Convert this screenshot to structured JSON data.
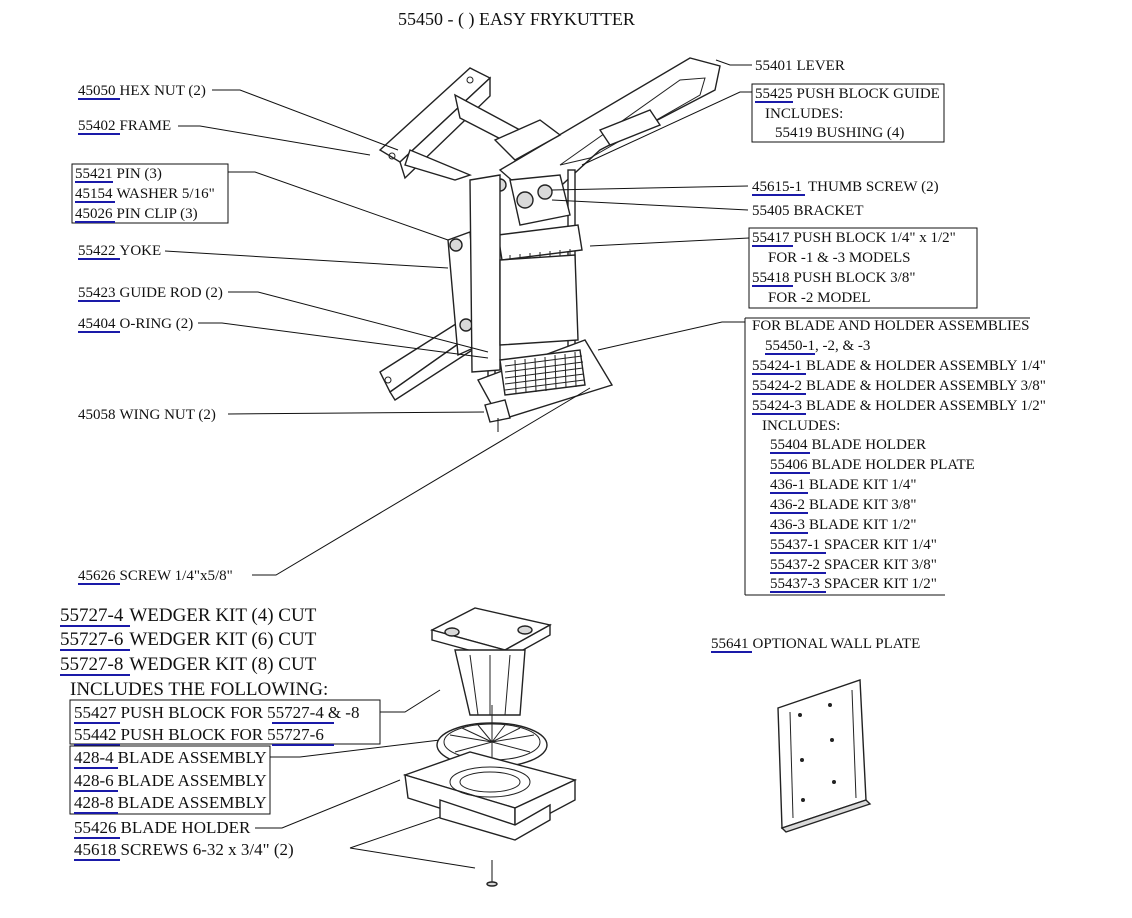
{
  "title": "55450 - (  )  EASY FRYKUTTER",
  "left_callouts": {
    "hex_nut": {
      "pn": "45050",
      "desc": "HEX NUT (2)"
    },
    "frame": {
      "pn": "55402",
      "desc": "FRAME"
    },
    "pin": {
      "pn": "55421",
      "desc": "PIN (3)"
    },
    "washer": {
      "pn": "45154",
      "desc": "WASHER 5/16\""
    },
    "pin_clip": {
      "pn": "45026",
      "desc": "PIN CLIP (3)"
    },
    "yoke": {
      "pn": "55422",
      "desc": "YOKE"
    },
    "guide_rod": {
      "pn": "55423",
      "desc": "GUIDE ROD (2)"
    },
    "o_ring": {
      "pn": "45404",
      "desc": "O-RING (2)"
    },
    "wing_nut": {
      "pn": "45058",
      "desc": "WING NUT (2)"
    },
    "screw": {
      "pn": "45626",
      "desc": "SCREW 1/4\"x5/8\""
    }
  },
  "right_callouts": {
    "lever": {
      "pn": "55401",
      "desc": "LEVER"
    },
    "push_block_guide": {
      "pn": "55425",
      "desc": "PUSH BLOCK GUIDE"
    },
    "push_block_guide_includes": "INCLUDES:",
    "bushing": {
      "pn": "55419",
      "desc": "BUSHING (4)"
    },
    "thumb_screw": {
      "pn": "45615-1",
      "desc": "THUMB SCREW (2)"
    },
    "bracket": {
      "pn": "55405",
      "desc": "BRACKET"
    },
    "push_block_14": {
      "pn": "55417",
      "desc": "PUSH BLOCK 1/4\" x 1/2\""
    },
    "push_block_14_note": "FOR -1 & -3 MODELS",
    "push_block_38": {
      "pn": "55418",
      "desc": "PUSH BLOCK 3/8\""
    },
    "push_block_38_note": "FOR -2 MODEL",
    "blade_header": "FOR BLADE AND HOLDER ASSEMBLIES",
    "blade_models": {
      "pn": "55450-1",
      "desc": ", -2, & -3"
    },
    "bh_14": {
      "pn": "55424-1",
      "desc": "BLADE & HOLDER ASSEMBLY 1/4\""
    },
    "bh_38": {
      "pn": "55424-2",
      "desc": "BLADE & HOLDER ASSEMBLY 3/8\""
    },
    "bh_12": {
      "pn": "55424-3",
      "desc": "BLADE & HOLDER ASSEMBLY 1/2\""
    },
    "bh_includes": "INCLUDES:",
    "blade_holder": {
      "pn": "55404",
      "desc": "BLADE HOLDER"
    },
    "blade_holder_plate": {
      "pn": "55406",
      "desc": "BLADE HOLDER PLATE"
    },
    "blade_kit_14": {
      "pn": "436-1",
      "desc": "BLADE KIT 1/4\""
    },
    "blade_kit_38": {
      "pn": "436-2",
      "desc": "BLADE KIT 3/8\""
    },
    "blade_kit_12": {
      "pn": "436-3",
      "desc": "BLADE KIT 1/2\""
    },
    "spacer_14": {
      "pn": "55437-1",
      "desc": "SPACER KIT 1/4\""
    },
    "spacer_38": {
      "pn": "55437-2",
      "desc": "SPACER KIT 3/8\""
    },
    "spacer_12": {
      "pn": "55437-3",
      "desc": "SPACER KIT 1/2\""
    }
  },
  "wedger": {
    "kit4": {
      "pn": "55727-4",
      "desc": "WEDGER KIT (4) CUT"
    },
    "kit6": {
      "pn": "55727-6",
      "desc": "WEDGER KIT (6) CUT"
    },
    "kit8": {
      "pn": "55727-8",
      "desc": "WEDGER KIT (8) CUT"
    },
    "includes": "INCLUDES THE FOLLOWING:",
    "push_block_4": {
      "pn": "55427",
      "desc": "PUSH BLOCK FOR",
      "ref": "55727-4",
      "tail": "& -8"
    },
    "push_block_6": {
      "pn": "55442",
      "desc": "PUSH BLOCK FOR",
      "ref": "55727-6"
    },
    "blade_4": {
      "pn": "428-4",
      "desc": "BLADE ASSEMBLY"
    },
    "blade_6": {
      "pn": "428-6",
      "desc": "BLADE ASSEMBLY"
    },
    "blade_8": {
      "pn": "428-8",
      "desc": "BLADE ASSEMBLY"
    },
    "blade_holder": {
      "pn": "55426",
      "desc": "BLADE HOLDER"
    },
    "screws": {
      "pn": "45618",
      "desc": "SCREWS 6-32 x 3/4\"  (2)"
    }
  },
  "wall_plate": {
    "pn": "55641",
    "desc": "OPTIONAL WALL PLATE"
  }
}
